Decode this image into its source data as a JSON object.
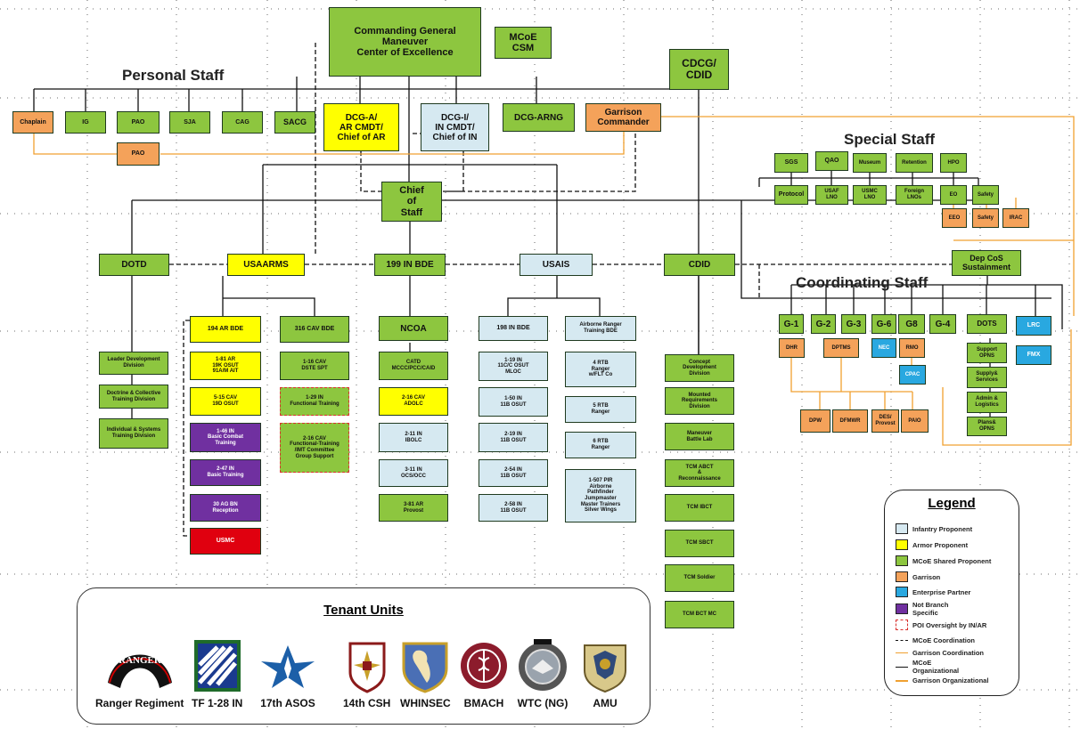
{
  "top": {
    "cg": "Commanding General\nManeuver\nCenter of Excellence",
    "csm": "MCoE\nCSM",
    "cdcg": "CDCG/\nCDID",
    "dcg_ar": "DCG-A/\nAR CMDT/\nChief of AR",
    "dcg_in": "DCG-I/\nIN CMDT/\nChief of IN",
    "dcg_arng": "DCG-ARNG",
    "garrison": "Garrison\nCommander",
    "cos": "Chief\nof\nStaff"
  },
  "personal_staff": {
    "title": "Personal Staff",
    "items": [
      "Chaplain",
      "IG",
      "PAO",
      "SJA",
      "CAG",
      "SACG"
    ],
    "pao2": "PAO"
  },
  "special_staff": {
    "title": "Special Staff",
    "row1": [
      "SGS",
      "QAO",
      "Museum",
      "Retention",
      "HPO"
    ],
    "row2": [
      "Protocol",
      "USAF\nLNO",
      "USMC\nLNO",
      "Foreign\nLNOs",
      "EO",
      "Safety"
    ],
    "row3": [
      "EEO",
      "Safety",
      "IRAC"
    ]
  },
  "coordinating_staff": {
    "title": "Coordinating Staff",
    "depcos": "Dep CoS\nSustainment",
    "g_items": [
      "G-1",
      "G-2",
      "G-3",
      "G-6",
      "G8",
      "G-4"
    ],
    "dots": "DOTS",
    "lrc": "LRC",
    "fmx": "FMX",
    "sub1": [
      "DHR",
      "DPTMS",
      "NEC",
      "RMO"
    ],
    "cpac": "CPAC",
    "sub2": [
      "DPW",
      "DFMWR",
      "DES/\nProvost",
      "PAIO"
    ],
    "dots_items": [
      "Support\nOPNS",
      "Supply&\nServices",
      "Admin &\nLogistics",
      "Plans&\nOPNS"
    ]
  },
  "orgs": {
    "dotd": "DOTD",
    "usaarms": "USAARMS",
    "inbde199": "199 IN BDE",
    "usais": "USAIS",
    "cdid": "CDID"
  },
  "dotd_items": [
    "Leader Development\nDivision",
    "Doctrine & Collective\nTraining Division",
    "Individual & Systems\nTraining Division"
  ],
  "ar194": {
    "head": "194 AR BDE",
    "items": [
      "1-81 AR\n19K OSUT\n91A/M AIT",
      "5-15 CAV\n19D OSUT",
      "1-46 IN\nBasic Combat\nTraining",
      "2-47 IN\nBasic Training",
      "30 AG BN\nReception",
      "USMC"
    ]
  },
  "cav316": {
    "head": "316 CAV BDE",
    "items": [
      "1-16 CAV\nDSTE SPT",
      "1-29 IN\nFunctional Training",
      "2-16 CAV\nFunctional-Training\n/IMT Committee\nGroup Support"
    ]
  },
  "ncoa": {
    "head": "NCOA",
    "items": [
      "CATD\nMCCC/PCC/CAID",
      "2-16 CAV\nADOLC",
      "2-11 IN\nIBOLC",
      "3-11 IN\nOCS/OCC",
      "3-81 AR\nProvost"
    ]
  },
  "in198": {
    "head": "198 IN BDE",
    "items": [
      "1-19 IN\n11C/C OSUT\nMLOC",
      "1-50 IN\n11B OSUT",
      "2-19 IN\n11B OSUT",
      "2-54 IN\n11B OSUT",
      "2-58 IN\n11B OSUT"
    ]
  },
  "ranger": {
    "head": "Airborne Ranger\nTraining BDE",
    "items": [
      "4 RTB\nRanger\nw/FLT Co",
      "5 RTB\nRanger",
      "6 RTB\nRanger",
      "1-507 PIR\nAirborne\nPathfinder\nJumpmaster\nMaster Trainers\nSilver Wings"
    ]
  },
  "cdid_items": [
    "Concept\nDevelopment\nDivision",
    "Mounted\nRequirements\nDivision",
    "Maneuver\nBattle Lab",
    "TCM ABCT\n&\nReconnaissance",
    "TCM IBCT",
    "TCM SBCT",
    "TCM Soldier",
    "TCM BCT MC"
  ],
  "legend": {
    "title": "Legend",
    "items": [
      {
        "label": "Infantry Proponent",
        "color": "#d6e9f1"
      },
      {
        "label": "Armor Proponent",
        "color": "#ffff00"
      },
      {
        "label": "MCoE Shared Proponent",
        "color": "#8dc63f"
      },
      {
        "label": "Garrison",
        "color": "#f4a25a"
      },
      {
        "label": "Enterprise Partner",
        "color": "#29a8e0"
      },
      {
        "label": "Not Branch\nSpecific",
        "color": "#7030a0"
      },
      {
        "label": "POI Oversight by IN/AR",
        "color": "dashed-red"
      }
    ],
    "lines": [
      {
        "label": "MCoE Coordination",
        "style": "dashed-black"
      },
      {
        "label": "Garrison Coordination",
        "style": "orange-thin"
      },
      {
        "label": "MCoE\nOrganizational",
        "style": "black"
      },
      {
        "label": "Garrison Organizational",
        "style": "orange"
      }
    ]
  },
  "tenants": {
    "title": "Tenant Units",
    "units": [
      "Ranger Regiment",
      "TF 1-28 IN",
      "17th ASOS",
      "14th CSH",
      "WHINSEC",
      "BMACH",
      "WTC (NG)",
      "AMU"
    ]
  }
}
